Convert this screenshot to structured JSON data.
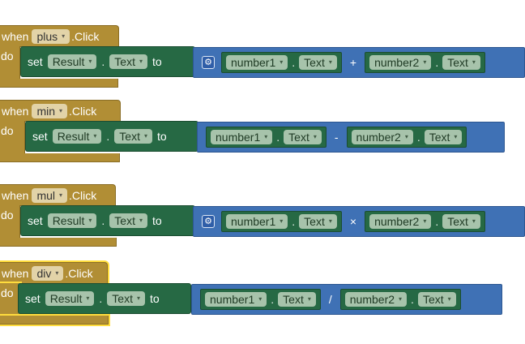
{
  "blocks": [
    {
      "when": "when",
      "component": "plus",
      "event": ".Click",
      "do": "do",
      "set": "set",
      "target": "Result",
      "prop": "Text",
      "to": "to",
      "left": "number1",
      "left_prop": "Text",
      "op": "+",
      "right": "number2",
      "right_prop": "Text",
      "gear": "⚙"
    },
    {
      "when": "when",
      "component": "min",
      "event": ".Click",
      "do": "do",
      "set": "set",
      "target": "Result",
      "prop": "Text",
      "to": "to",
      "left": "number1",
      "left_prop": "Text",
      "op": "-",
      "right": "number2",
      "right_prop": "Text"
    },
    {
      "when": "when",
      "component": "mul",
      "event": ".Click",
      "do": "do",
      "set": "set",
      "target": "Result",
      "prop": "Text",
      "to": "to",
      "left": "number1",
      "left_prop": "Text",
      "op": "×",
      "right": "number2",
      "right_prop": "Text",
      "gear": "⚙"
    },
    {
      "when": "when",
      "component": "div",
      "event": ".Click",
      "do": "do",
      "set": "set",
      "target": "Result",
      "prop": "Text",
      "to": "to",
      "left": "number1",
      "left_prop": "Text",
      "op": "/",
      "right": "number2",
      "right_prop": "Text"
    }
  ],
  "dot": ".",
  "dropdown_glyph": "▾",
  "colors": {
    "event": "#b18e35",
    "setter": "#266944",
    "math": "#3f71b5",
    "selected": "#ffdc3d"
  }
}
